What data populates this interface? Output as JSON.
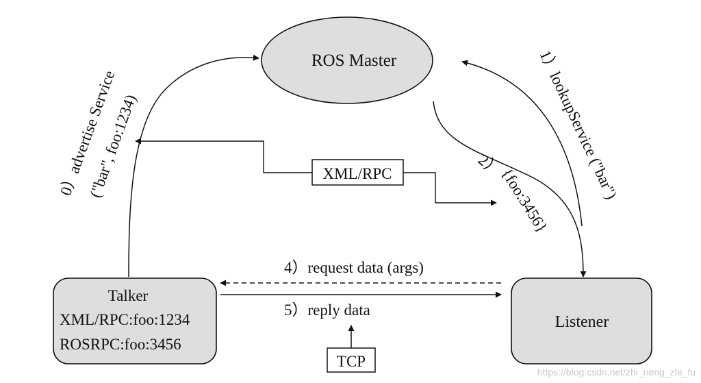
{
  "nodes": {
    "master": {
      "label": "ROS Master"
    },
    "talker": {
      "title": "Talker",
      "line1": "XML/RPC:foo:1234",
      "line2": "ROSRPC:foo:3456"
    },
    "listener": {
      "label": "Listener"
    }
  },
  "protocol_boxes": {
    "xmlrpc": "XML/RPC",
    "tcp": "TCP"
  },
  "steps": {
    "step0_line1": "0）advertise Service",
    "step0_line2": "(\"bar\", foo:1234)",
    "step1": "1）lookupService (\"bar\")",
    "step2_line1": "2）",
    "step2_line2": "{foo:3456}",
    "step4": "4）request data (args)",
    "step5": "5）reply data"
  },
  "watermark": "https://blog.csdn.net/zhi_neng_zhi_fu",
  "colors": {
    "node_fill": "#dedede",
    "stroke": "#111111",
    "background": "#ffffff"
  }
}
